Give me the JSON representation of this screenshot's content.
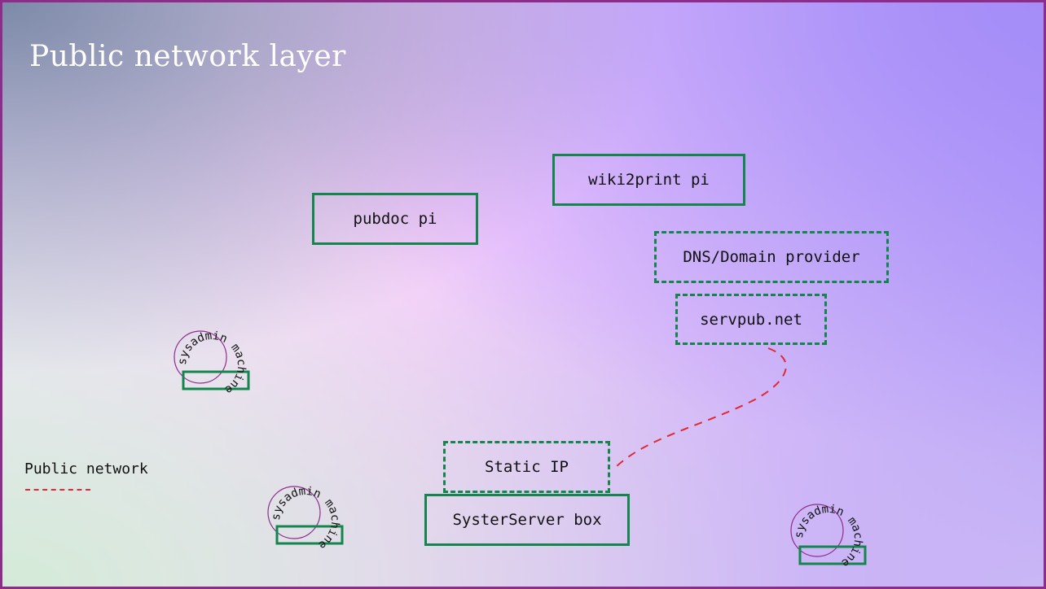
{
  "diagram": {
    "title": "Public network layer",
    "nodes": [
      {
        "id": "pubdoc",
        "label": "pubdoc pi",
        "style": "solid"
      },
      {
        "id": "wiki2print",
        "label": "wiki2print pi",
        "style": "solid"
      },
      {
        "id": "dns",
        "label": "DNS/Domain provider",
        "style": "dashed"
      },
      {
        "id": "servpub",
        "label": "servpub.net",
        "style": "dashed"
      },
      {
        "id": "staticip",
        "label": "Static IP",
        "style": "dashed"
      },
      {
        "id": "systerserver",
        "label": "SysterServer box",
        "style": "solid"
      }
    ],
    "machines": [
      {
        "label": "sysadmin machine"
      },
      {
        "label": "sysadmin machine"
      },
      {
        "label": "sysadmin machine"
      }
    ],
    "edges": [
      {
        "from": "servpub",
        "to": "staticip",
        "type": "Public network"
      }
    ],
    "legend": {
      "label": "Public network",
      "color": "#e02a33"
    },
    "colors": {
      "border": "#8e2c8c",
      "box": "#14864d",
      "public_network": "#e02a33",
      "title": "#ffffff"
    }
  }
}
